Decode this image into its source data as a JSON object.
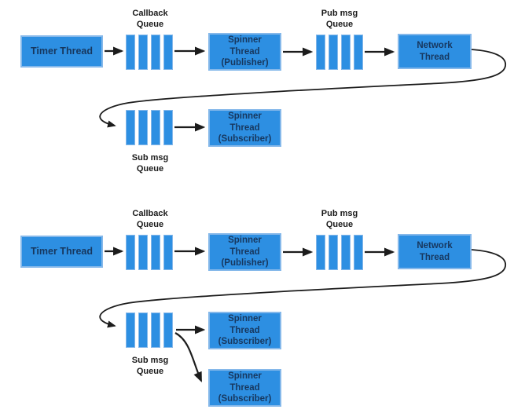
{
  "colors": {
    "background": "#ffffff",
    "box_fill": "#2d8fe2",
    "box_border": "#85b8ea",
    "box_text": "#17375e",
    "label_text": "#1a1a1a",
    "arrow": "#1c1c1c"
  },
  "diagrams": [
    {
      "name": "single-subscriber-pipeline",
      "queue_slots": 4,
      "timer": [
        "Timer Thread"
      ],
      "callback_queue_label": [
        "Callback",
        "Queue"
      ],
      "spinner_publisher": [
        "Spinner",
        "Thread",
        "(Publisher)"
      ],
      "pub_msg_queue_label": [
        "Pub msg",
        "Queue"
      ],
      "network": [
        "Network",
        "Thread"
      ],
      "sub_msg_queue_label": [
        "Sub msg",
        "Queue"
      ],
      "spinner_subscriber": [
        "Spinner",
        "Thread",
        "(Subscriber)"
      ]
    },
    {
      "name": "dual-subscriber-pipeline",
      "queue_slots": 4,
      "timer": [
        "Timer Thread"
      ],
      "callback_queue_label": [
        "Callback",
        "Queue"
      ],
      "spinner_publisher": [
        "Spinner",
        "Thread",
        "(Publisher)"
      ],
      "pub_msg_queue_label": [
        "Pub msg",
        "Queue"
      ],
      "network": [
        "Network",
        "Thread"
      ],
      "sub_msg_queue_label": [
        "Sub msg",
        "Queue"
      ],
      "spinner_subscriber_1": [
        "Spinner",
        "Thread",
        "(Subscriber)"
      ],
      "spinner_subscriber_2": [
        "Spinner",
        "Thread",
        "(Subscriber)"
      ]
    }
  ]
}
